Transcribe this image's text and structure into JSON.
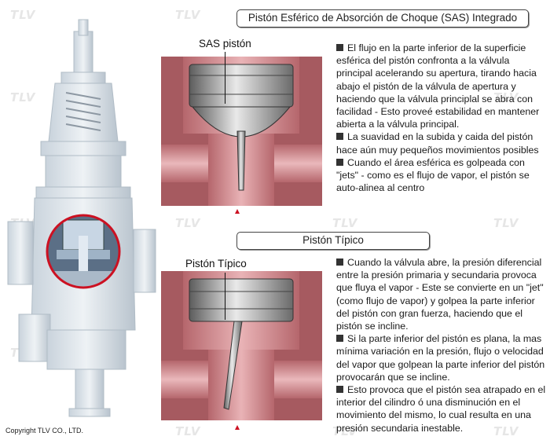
{
  "watermark": "TLV",
  "copyright": "Copyright TLV CO., LTD.",
  "sections": [
    {
      "title": "Pistón Esférico de Absorción de Choque (SAS) Integrado",
      "diagram_label": "SAS pistón",
      "paragraphs": [
        "El flujo en la parte inferior de la superficie esférica del pistón confronta a la válvula principal acelerando su apertura, tirando hacia abajo el pistón de la válvula de apertura y haciendo que la válvula principlal se abra con facilidad - Esto proveé estabilidad en mantener abierta a la válvula principal.",
        "La suavidad en la subida y caida del pistón hace aún muy pequeños movimientos posibles",
        "Cuando el área esférica es golpeada con \"jets\" - como es el flujo de vapor, el pistón se auto-alinea al centro"
      ]
    },
    {
      "title": "Pistón Típico",
      "diagram_label": "Pistón Típico",
      "paragraphs": [
        "Cuando la válvula abre, la presión diferencial entre la presión primaria y secundaria provoca que fluya el vapor - Este se convierte en un \"jet\" (como flujo de vapor) y golpea la parte inferior del pistón con gran fuerza, haciendo que el pistón se incline.",
        "Si la parte inferior del pistón es plana, la mas mínima variación en la presión, flujo o velocidad del vapor que golpean la parte inferior del pistón provocarán que se incline.",
        "Esto provoca que el pistón sea atrapado en el interior del cilindro ó una disminución en el movimiento del mismo, lo cual resulta en una presión secundaria inestable."
      ]
    }
  ]
}
